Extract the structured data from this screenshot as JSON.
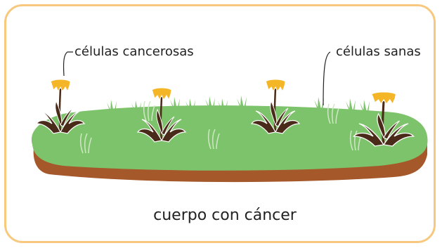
{
  "labels": {
    "cancer_cells": "células cancerosas",
    "healthy_cells": "células sanas"
  },
  "caption": "cuerpo con cáncer",
  "colors": {
    "frame": "#f7c97f",
    "ground_top": "#7dc36b",
    "ground_side": "#a5582a",
    "grass": "#7dc36b",
    "weed_leaf": "#4a2a18",
    "flower": "#f4b526"
  },
  "icons": [
    "dandelion-weed-icon",
    "grass-tuft-icon"
  ]
}
